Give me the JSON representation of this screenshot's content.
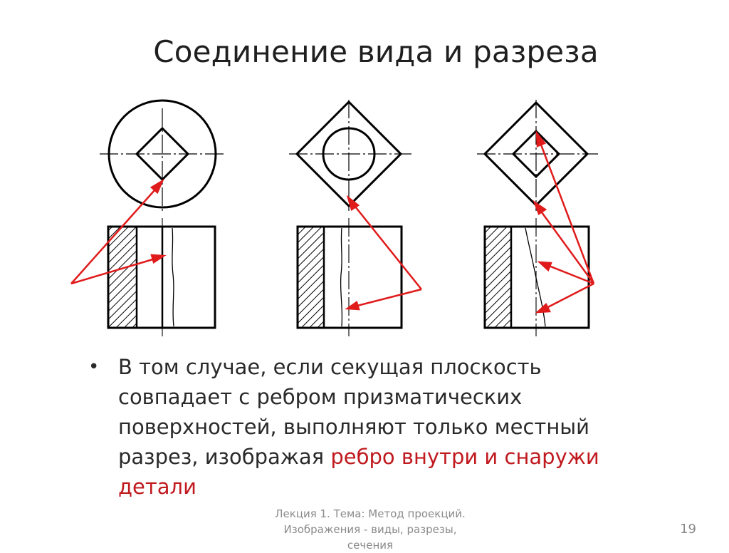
{
  "slide": {
    "title": "Соединение вида и разреза",
    "bullet_symbol": "•",
    "bullet_text_plain": "В том случае, если секущая плоскость совпадает с ребром призматических поверхностей, выполняют только местный разрез, изображая ",
    "bullet_text_highlight": "ребро внутри и снаружи детали",
    "footer_line1": "Лекция 1. Тема: Метод проекций.",
    "footer_line2": "Изображения - виды, разрезы,",
    "footer_line3": "сечения",
    "page_number": "19"
  },
  "colors": {
    "drawing": "#000000",
    "arrow": "#e01b1b",
    "highlight_text": "#c0191e",
    "footer_text": "#8a8a8a"
  }
}
